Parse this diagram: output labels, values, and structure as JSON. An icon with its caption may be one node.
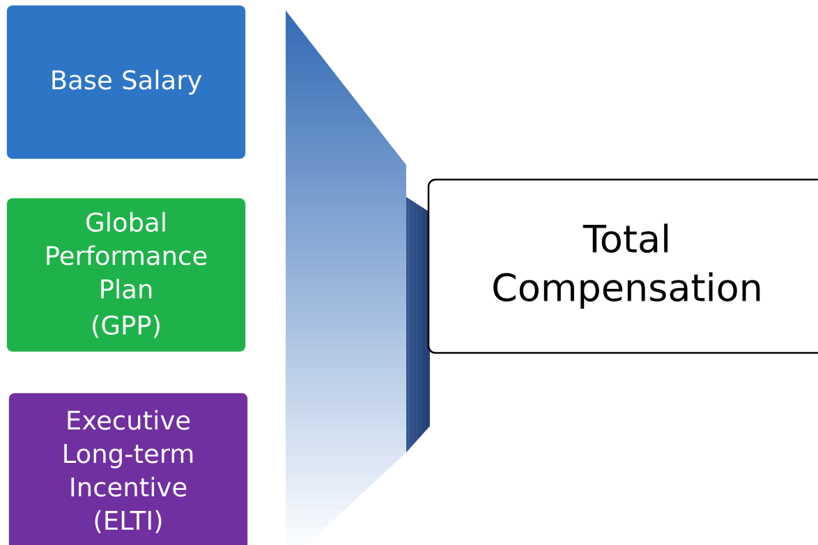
{
  "diagram": {
    "nodes": [
      {
        "text": [
          "Base Salary"
        ]
      },
      {
        "text": [
          "Global Performance Plan",
          "(GPP)"
        ]
      },
      {
        "text": [
          "Executive Long-term Incentive (ELTI)"
        ]
      },
      {
        "text": [
          "Total Compensation"
        ]
      }
    ]
  }
}
